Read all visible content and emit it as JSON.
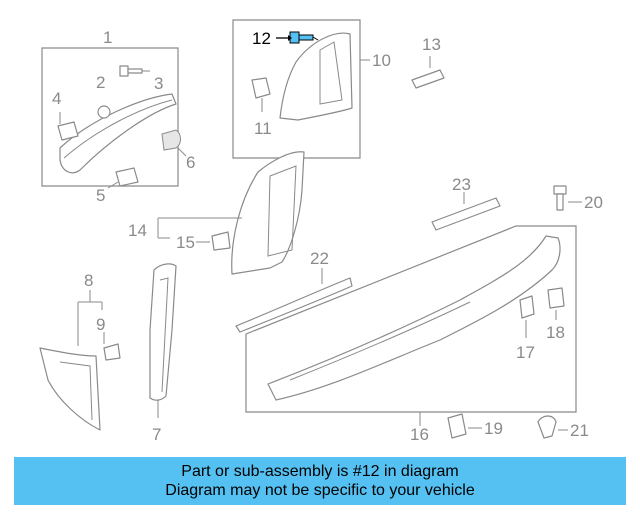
{
  "diagram": {
    "highlight_color": "#55c0f2",
    "callouts": [
      "1",
      "2",
      "3",
      "4",
      "5",
      "6",
      "7",
      "8",
      "9",
      "10",
      "11",
      "12",
      "13",
      "14",
      "15",
      "16",
      "17",
      "18",
      "19",
      "20",
      "21",
      "22",
      "23"
    ],
    "highlighted_callout": "12"
  },
  "banner": {
    "line1": "Part or sub-assembly is #12 in diagram",
    "line2": "Diagram may not be specific to your vehicle",
    "background": "#55c0f2"
  }
}
